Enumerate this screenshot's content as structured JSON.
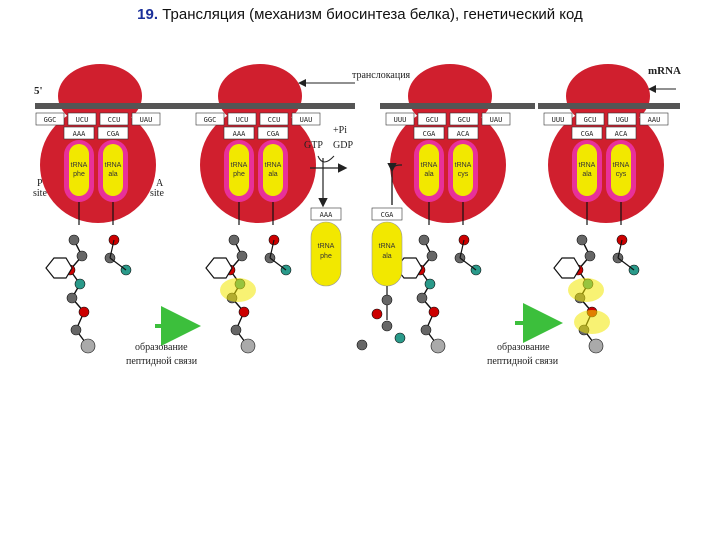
{
  "title": {
    "number": "19.",
    "text": "Трансляция (механизм биосинтеза белка), генетический код"
  },
  "labels": {
    "five_prime": "5'",
    "translocation": "транслокация",
    "mrna": "mRNA",
    "p_site": "P\nsite",
    "a_site": "A\nsite",
    "gtp": "GTP",
    "gdp": "GDP",
    "pi": "+Pi",
    "peptide_bond_1": "образование\nпептидной связи",
    "peptide_bond_2": "образование\nпептидной связи"
  },
  "panels": [
    {
      "codons": [
        "GGC",
        "UCU",
        "CCU",
        "UAU"
      ],
      "anticodons": [
        "AAA",
        "CGA"
      ],
      "trna": [
        "tRNA phe",
        "tRNA ala"
      ]
    },
    {
      "codons": [
        "GGC",
        "UCU",
        "CCU",
        "UAU"
      ],
      "anticodons": [
        "AAA",
        "CGA"
      ],
      "trna": [
        "tRNA phe",
        "tRNA ala"
      ]
    },
    {
      "codons": [
        "UUU",
        "GCU",
        "GCU",
        "UAU"
      ],
      "anticodons": [
        "CGA",
        "ACA"
      ],
      "trna": [
        "tRNA ala",
        "tRNA cys"
      ]
    },
    {
      "codons": [
        "UUU",
        "GCU",
        "UGU",
        "AAU"
      ],
      "anticodons": [
        "CGA",
        "ACA"
      ],
      "trna": [
        "tRNA ala",
        "tRNA cys"
      ]
    }
  ],
  "free_trna": [
    {
      "anticodon": "AAA",
      "label": "tRNA phe"
    },
    {
      "anticodon": "CGA",
      "label": "tRNA ala"
    }
  ],
  "colors": {
    "ribosome": "#d01f2e",
    "trna_outer": "#e8309a",
    "trna_inner": "#f2e800",
    "arrow": "#3cbf3c",
    "mrna": "#555555"
  }
}
